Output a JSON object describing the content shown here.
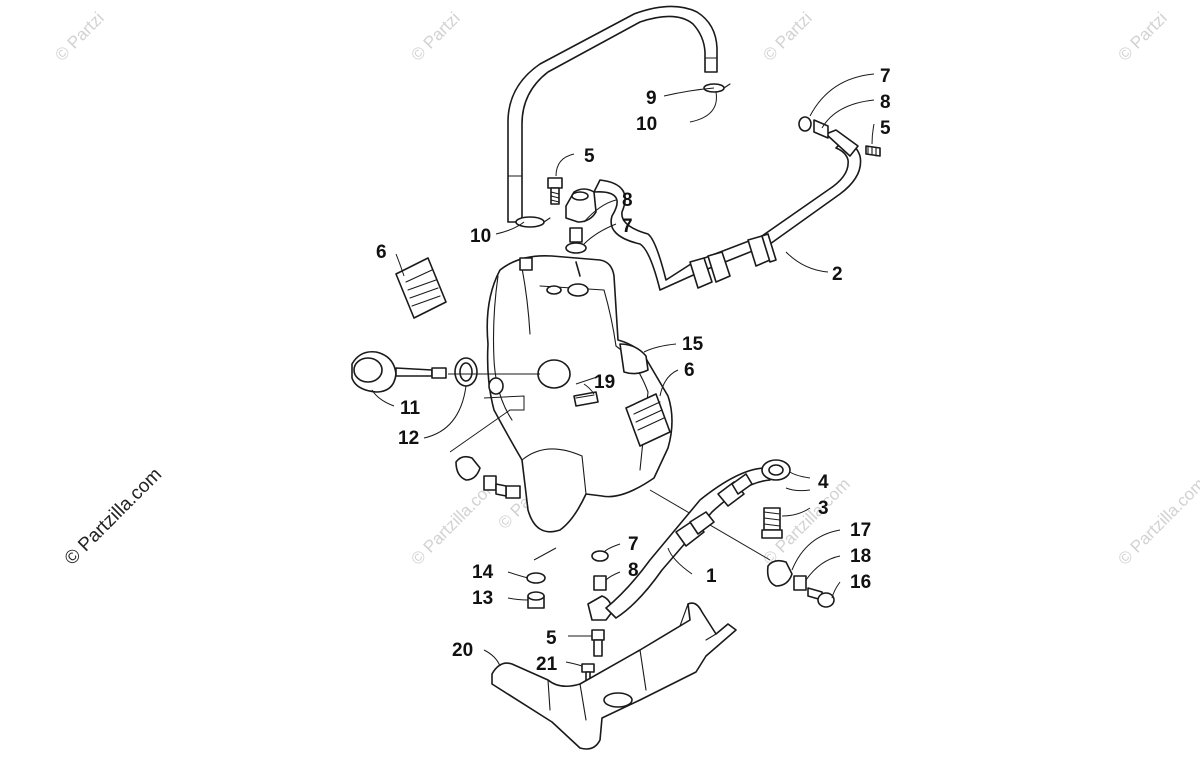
{
  "watermark": {
    "text": "© Partzilla.com",
    "tile_text": "© Partzi"
  },
  "callouts": {
    "c1": "1",
    "c2": "2",
    "c3": "3",
    "c4": "4",
    "c5a": "5",
    "c5b": "5",
    "c5c": "5",
    "c6a": "6",
    "c6b": "6",
    "c7a": "7",
    "c7b": "7",
    "c7c": "7",
    "c8a": "8",
    "c8b": "8",
    "c8c": "8",
    "c9": "9",
    "c10a": "10",
    "c10b": "10",
    "c11": "11",
    "c12": "12",
    "c13": "13",
    "c14": "14",
    "c15": "15",
    "c16": "16",
    "c17": "17",
    "c18": "18",
    "c19": "19",
    "c20": "20",
    "c21": "21"
  },
  "colors": {
    "line": "#1a1a1a",
    "watermark": "#d2d2d2",
    "background": "#ffffff"
  }
}
